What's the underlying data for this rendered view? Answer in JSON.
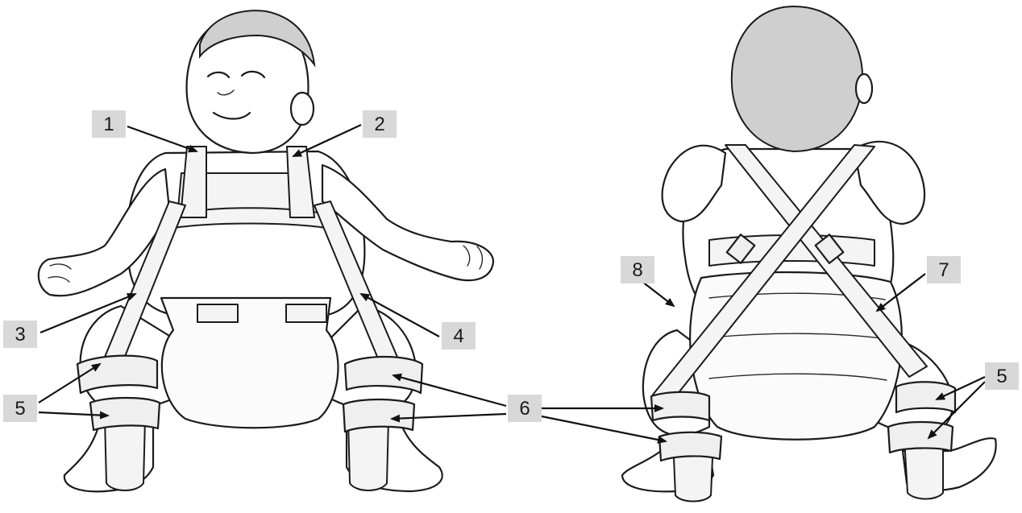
{
  "labels": {
    "l1": "1",
    "l2": "2",
    "l3": "3",
    "l4": "4",
    "l5_left": "5",
    "l6": "6",
    "l5_right": "5",
    "l7": "7",
    "l8": "8"
  },
  "figures": {
    "front_view": "baby-front-harness",
    "back_view": "baby-back-harness"
  },
  "colors": {
    "label_background": "#d8d8d8",
    "ink": "#1b1b1b",
    "paper": "#ffffff"
  }
}
